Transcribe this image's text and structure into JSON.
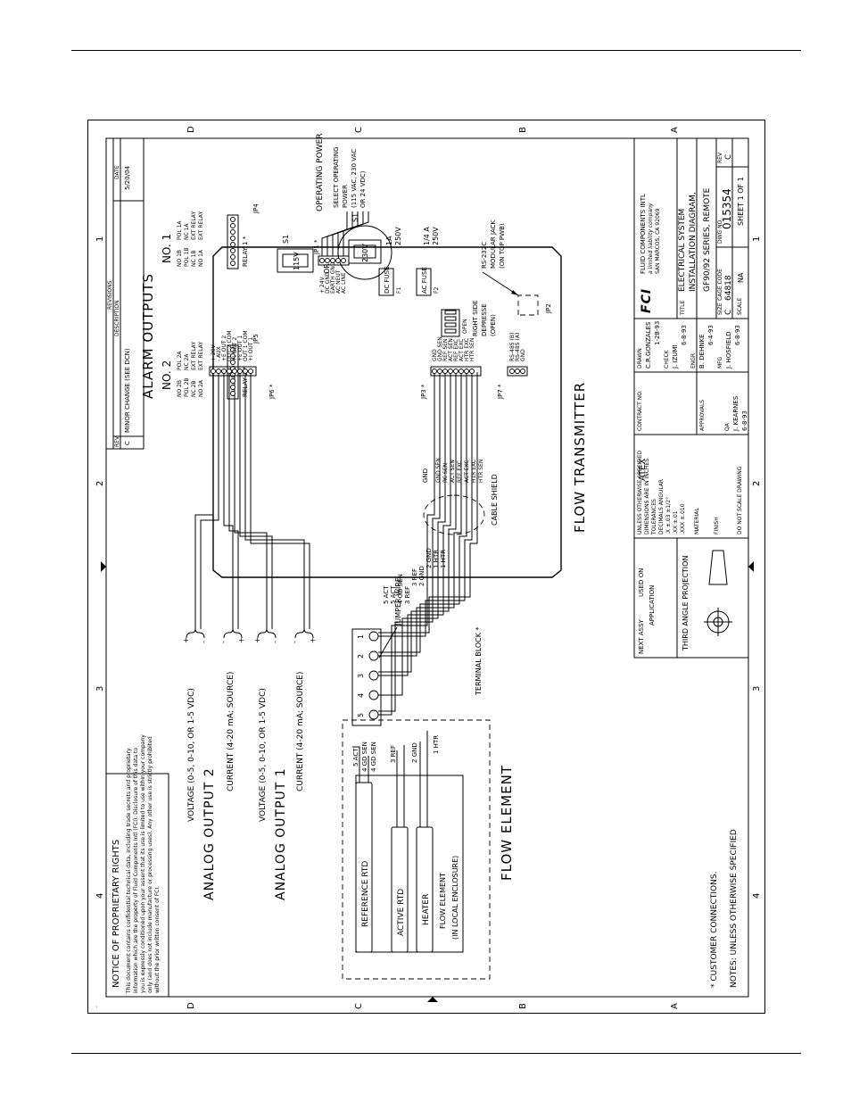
{
  "sheet": {
    "zones_rows": [
      "D",
      "C",
      "B",
      "A"
    ],
    "zones_cols": [
      "4",
      "3",
      "2",
      "1"
    ],
    "ref_mark": "·"
  },
  "notice": {
    "title": "NOTICE OF PROPRIETARY RIGHTS",
    "lines": [
      "This document contains confidential technical data, including trade secrets and proprietary",
      "information which are the property of Fluid Components Intl (FCI). Disclosure of this data to",
      "you is expressly conditioned upon your assent that its use is limited to use within your company",
      "only (and does not include manufacture or processing uses). Any other use is strictly prohibited",
      "without the prior written consent of FCI."
    ]
  },
  "revisions": {
    "title": "REVISIONS",
    "col_rev": "REV",
    "col_desc": "DESCRIPTION",
    "col_date": "DATE",
    "rev": "C",
    "desc": "MINOR CHANGE (SEE DCN)",
    "date": "5/20/04"
  },
  "flow_element": {
    "title": "FLOW ELEMENT",
    "caption_1": "FLOW ELEMENT",
    "caption_2": "(IN LOCAL ENCLOSURE)",
    "rtds": [
      "REFERENCE RTD",
      "ACTIVE RTD",
      "HEATER"
    ],
    "wires": [
      "5 ACT",
      "4 GD SEN",
      "4 GD SEN",
      "3 REF",
      "2 GND",
      "1 HTR"
    ]
  },
  "terminal_block": {
    "label": "TERMINAL BLOCK *",
    "pins": [
      "5",
      "4",
      "3",
      "2",
      "1"
    ],
    "jumper": "JUMPER WIRE"
  },
  "cable": {
    "wires": [
      "5 ACT",
      "5 ACT",
      "4 GD SEN",
      "3 REF",
      "3 REF",
      "2 GND",
      "2 GND",
      "1 HTR",
      "1 HTR"
    ],
    "shield_label": "CABLE SHIELD",
    "gnd_label": "GND",
    "jp3_side": [
      "GND SEN",
      "RC SEN",
      "ACT SEN",
      "REF EXC",
      "ACT EXC",
      "HTR EXC",
      "HTR SEN"
    ]
  },
  "analog": {
    "out2_title": "ANALOG OUTPUT 2",
    "out1_title": "ANALOG OUTPUT 1",
    "voltage": "VOLTAGE (0-5, 0-10, OR 1-5 VDC)",
    "current": "CURRENT (4-20 mA; SOURCE)",
    "plus": "+",
    "minus": "-"
  },
  "transmitter": {
    "title": "FLOW TRANSMITTER",
    "alarm_title": "ALARM OUTPUTS",
    "alarm_no2": "NO. 2",
    "alarm_no1": "NO. 1",
    "jp6": {
      "label": "JP6 *",
      "pins": [
        "+ 20V",
        "- AUX",
        "+E OUT 2",
        "OUT 2 COM",
        "+I OUT 2",
        "+E OUT 1",
        "OUT 1 COM",
        "+I OUT 1"
      ]
    },
    "jp3": {
      "label": "JP3 *",
      "pins": [
        "GND",
        "GND SEN",
        "REF SEN",
        "ACT SEN",
        "REF EXC",
        "ACT EXC",
        "HTR EXC",
        "HTR SEN"
      ]
    },
    "jp7": {
      "label": "JP7 *",
      "pins": [
        "RS-485 (B)",
        "RS-485 (A)",
        "GND"
      ]
    },
    "jp5": {
      "label": "JP5",
      "pins": [
        "NO 2B",
        "POL 2B",
        "NC 2B",
        "NO 2A",
        "POL 2A",
        "NC 2A",
        "EXT RELAY",
        "EXT RELAY"
      ],
      "relay": "RELAY 2 *"
    },
    "jp4": {
      "label": "JP4",
      "pins": [
        "NO 1B",
        "POL 1B",
        "NC 1B",
        "NO 1A",
        "POL 1A",
        "NC 1A",
        "EXT RELAY",
        "EXT RELAY"
      ],
      "relay": "RELAY 1 *"
    },
    "jp1": {
      "label": "JP1 *",
      "pins": [
        "+ 24V",
        "DC GND",
        "EARTH GND",
        "AC NEUT",
        "AC LINE"
      ]
    },
    "switch": {
      "left": "RIGHT SIDE",
      "mid": "DEPRESSE",
      "right": "(OPEN)",
      "open": "OPEN"
    },
    "s1": "S1",
    "s1_value": "115V",
    "s1_alt_value": "230V",
    "or": "OR",
    "op_power_title": "OPERATING POWER",
    "op_power_lines": [
      "SELECT OPERATING",
      "POWER",
      "(115 VAC, 230 VAC",
      "OR 24 VDC)"
    ],
    "f1": "F1",
    "f1_label": "DC FUSE",
    "f1_rating": [
      "1A",
      "250V"
    ],
    "f2": "F2",
    "f2_label": "AC FUSE",
    "f2_rating": [
      "1/4 A",
      "250V"
    ],
    "jp2": "JP2",
    "rs232": [
      "RS-232C",
      "MODULAR JACK",
      "(ON TOP PWB)"
    ]
  },
  "notes": {
    "title": "NOTES: UNLESS OTHERWISE SPECIFIED",
    "note1": "* CUSTOMER CONNECTIONS."
  },
  "title_block": {
    "atex": "ATEX",
    "projection": "THIRD ANGLE PROJECTION",
    "next_assy": "NEXT ASSY",
    "used_on": "USED ON",
    "application": "APPLICATION",
    "tolerance_lines": [
      "UNLESS OTHERWISE SPECIFIED",
      "DIMENSIONS ARE IN INCHES",
      "TOLERANCES",
      "DECIMALS      ANGULAR",
      ".X   ±.03     ±1/2°",
      ".XX  ±.01",
      ".XXX ±.010"
    ],
    "material": "MATERIAL",
    "finish": "FINISH",
    "dont_scale": "DO NOT SCALE DRAWING",
    "contract_no": "CONTRACT NO.",
    "approvals": "APPROVALS",
    "drawn_label": "DRAWN",
    "drawn": "C.R.GONZALES",
    "drawn_date": "1-28-93",
    "check_label": "CHECK",
    "check": "J. IZUMI",
    "check_date": "6-8-93",
    "mfg_label": "MFG",
    "mfg": "J. HOSFIELD",
    "mfg_date": "6-8-93",
    "engr_label": "ENGR",
    "engr": "B. DEHNKE",
    "engr_date": "6-4-93",
    "qa_label": "QA",
    "qa": "J. KEARNES",
    "qa_date": "6-8-93",
    "company_name": "FLUID COMPONENTS INTL",
    "company_sub": "a limited liability company",
    "company_city": "SAN MARCOS, CA 92069",
    "logo": "FCI",
    "title_label": "TITLE",
    "title_lines": [
      "ELECTRICAL SYSTEM",
      "INSTALLATION DIAGRAM,",
      "GF90/92 SERIES, REMOTE"
    ],
    "size_label": "SIZE",
    "size": "C",
    "cage_label": "CAGE CODE",
    "cage": "64818",
    "dwg_label": "DWG NO.",
    "dwg": "015354",
    "rev_label": "REV",
    "rev": "C",
    "scale_label": "SCALE",
    "scale": "NA",
    "sheet": "SHEET 1 OF 1"
  }
}
